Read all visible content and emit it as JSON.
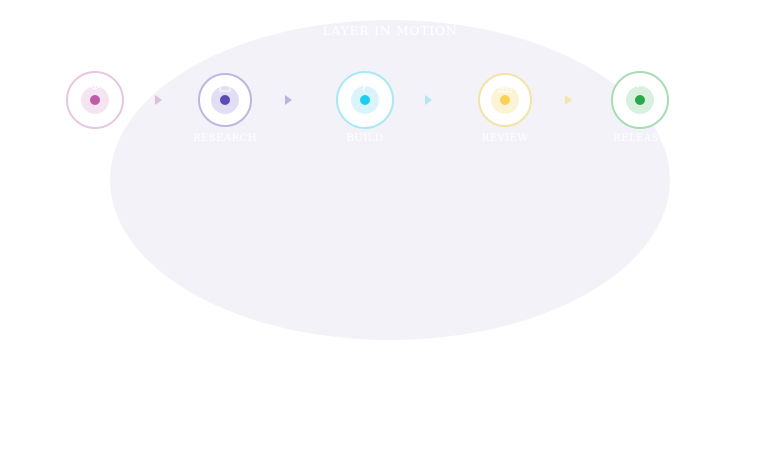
{
  "diagram": {
    "title": "LAYER IN MOTION",
    "stages": [
      {
        "label": "",
        "icon": "seed-icon",
        "color": "#c05aa8",
        "ring": "#e6c6e0",
        "halo": "#f5e4f1"
      },
      {
        "label": "RESEARCH",
        "icon": "document-icon",
        "color": "#5b4bb7",
        "ring": "#beb6e3",
        "halo": "#e2def3"
      },
      {
        "label": "BUILD",
        "icon": "lightning-icon",
        "color": "#1ccdf2",
        "ring": "#a8e8f6",
        "halo": "#d9f5fb"
      },
      {
        "label": "REVIEW",
        "icon": "grid-icon",
        "color": "#f7d254",
        "ring": "#f3e3a6",
        "halo": "#fbf3d3"
      },
      {
        "label": "RELEASE",
        "icon": "check-icon",
        "color": "#28a84a",
        "ring": "#a6dcb4",
        "halo": "#d8f1de"
      }
    ],
    "arrow_colors": [
      "#e1bdd9",
      "#bcb3e2",
      "#b0e6f3",
      "#f5e4a4"
    ]
  }
}
